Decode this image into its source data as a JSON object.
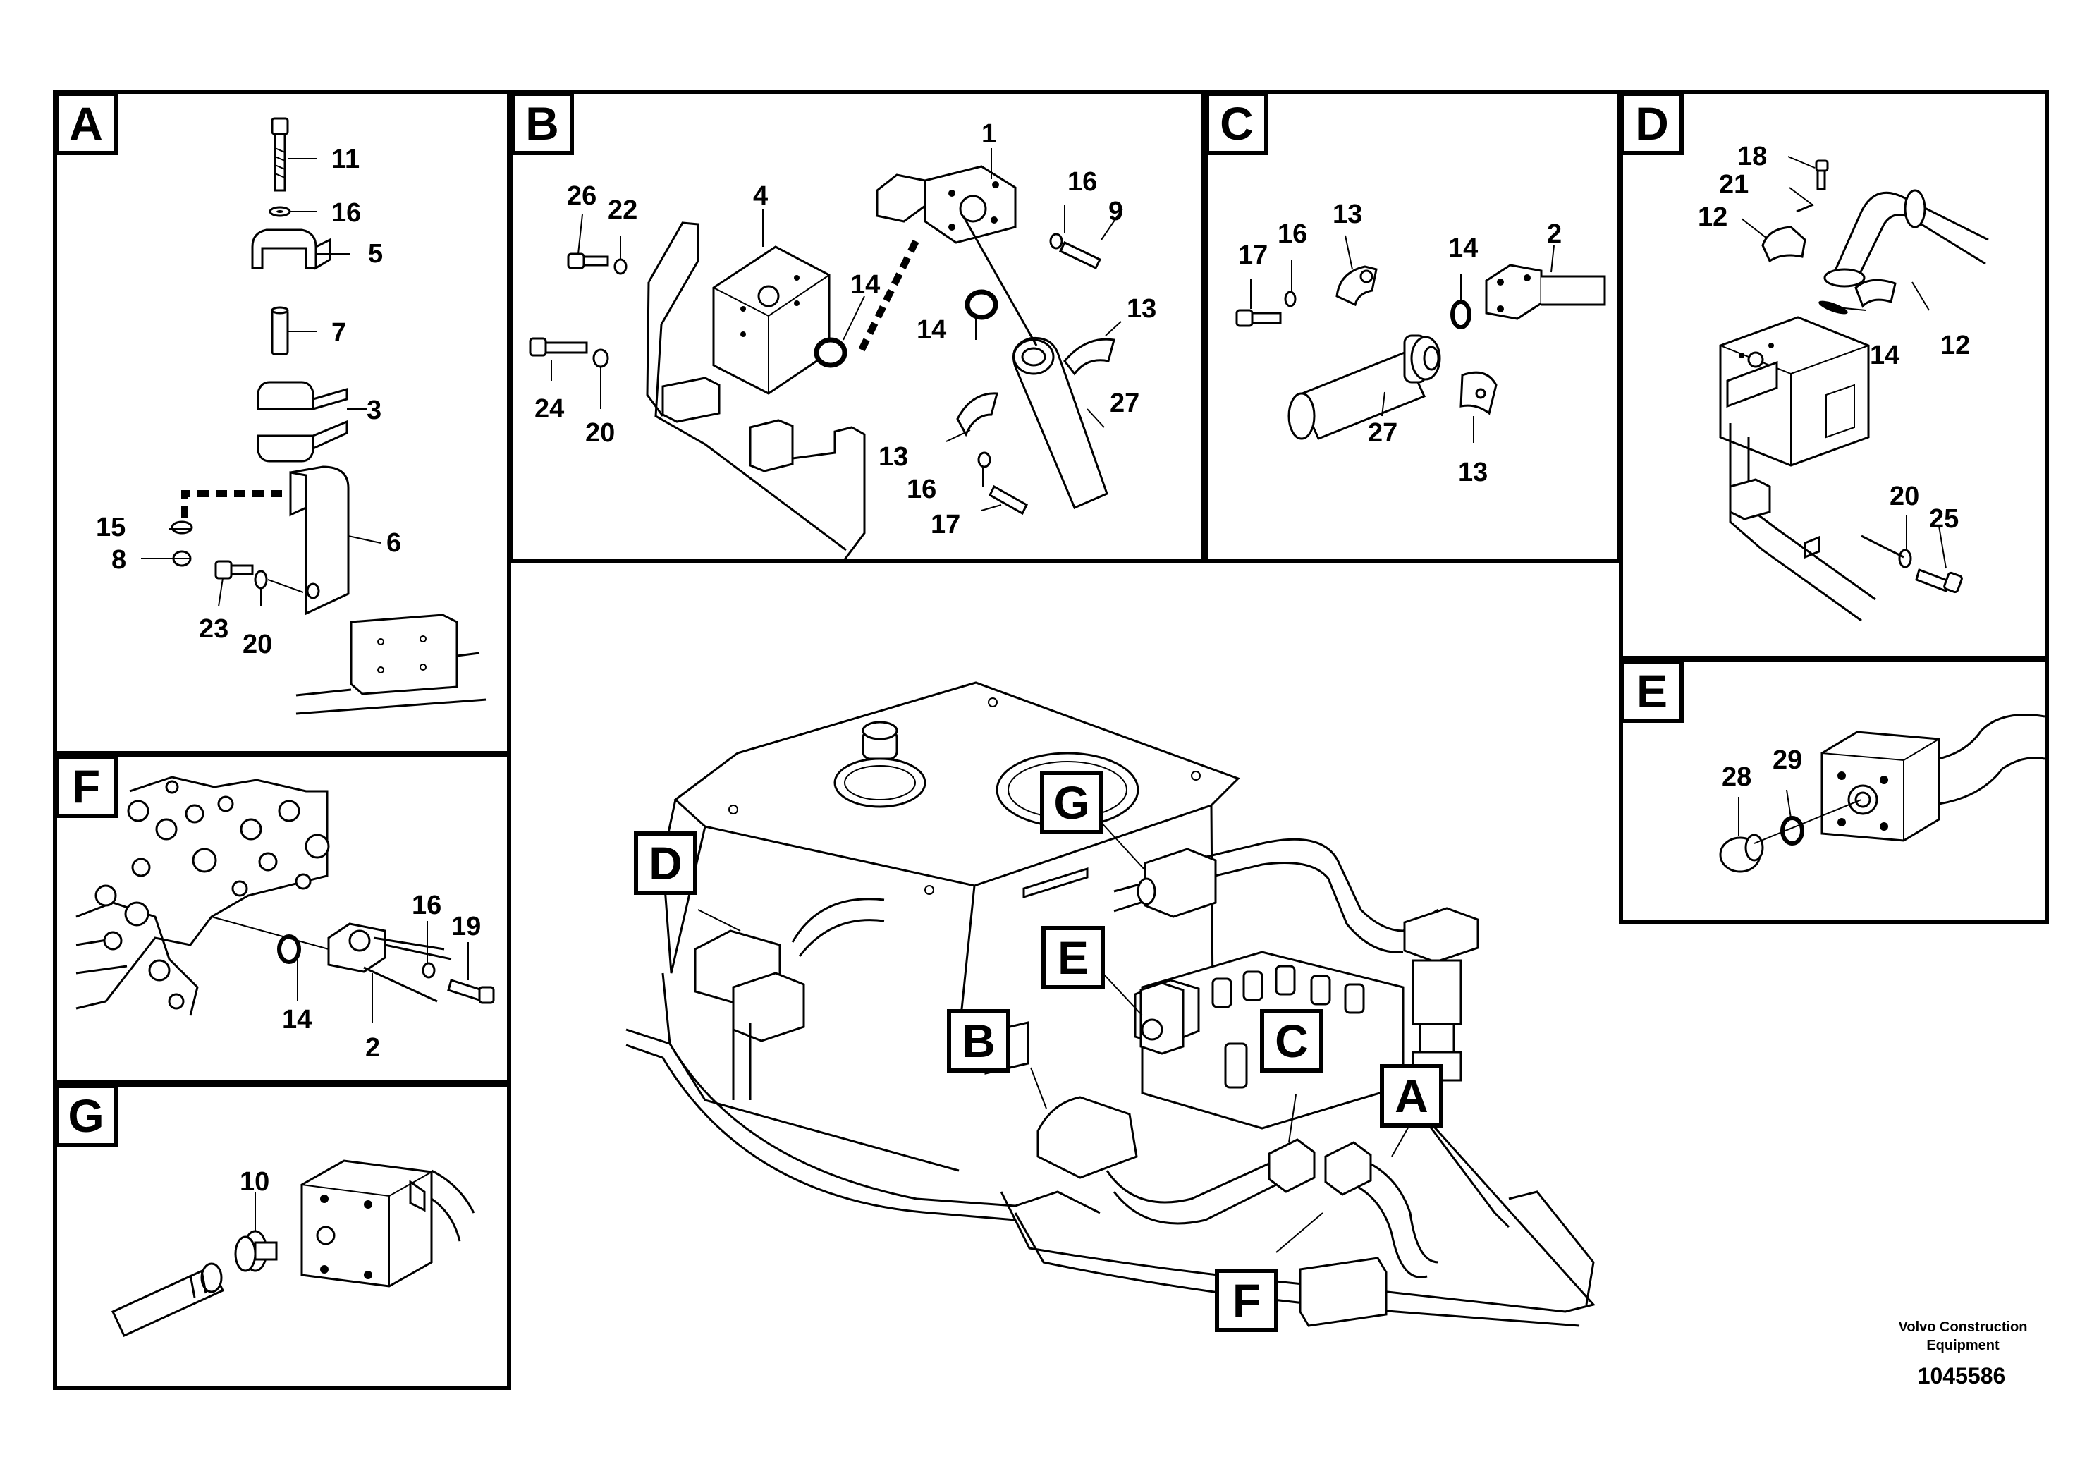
{
  "panels": [
    {
      "id": "A",
      "label": "A"
    },
    {
      "id": "B",
      "label": "B"
    },
    {
      "id": "C",
      "label": "C"
    },
    {
      "id": "D",
      "label": "D"
    },
    {
      "id": "E",
      "label": "E"
    },
    {
      "id": "F",
      "label": "F"
    },
    {
      "id": "G",
      "label": "G"
    }
  ],
  "panel_a_callouts": [
    "11",
    "16",
    "5",
    "7",
    "3",
    "6",
    "15",
    "8",
    "23",
    "20"
  ],
  "panel_b_callouts": [
    "1",
    "26",
    "22",
    "4",
    "16",
    "9",
    "14",
    "13",
    "14",
    "27",
    "24",
    "20",
    "13",
    "16",
    "17"
  ],
  "panel_c_callouts": [
    "13",
    "17",
    "16",
    "14",
    "2",
    "27",
    "13"
  ],
  "panel_d_callouts": [
    "18",
    "21",
    "12",
    "14",
    "12",
    "20",
    "25"
  ],
  "panel_e_callouts": [
    "28",
    "29"
  ],
  "panel_f_callouts": [
    "16",
    "19",
    "14",
    "2"
  ],
  "panel_g_callouts": [
    "10"
  ],
  "overview_tags": [
    "D",
    "G",
    "E",
    "B",
    "C",
    "A",
    "F"
  ],
  "footer": {
    "company_line1": "Volvo Construction",
    "company_line2": "Equipment",
    "drawing_number": "1045586"
  }
}
